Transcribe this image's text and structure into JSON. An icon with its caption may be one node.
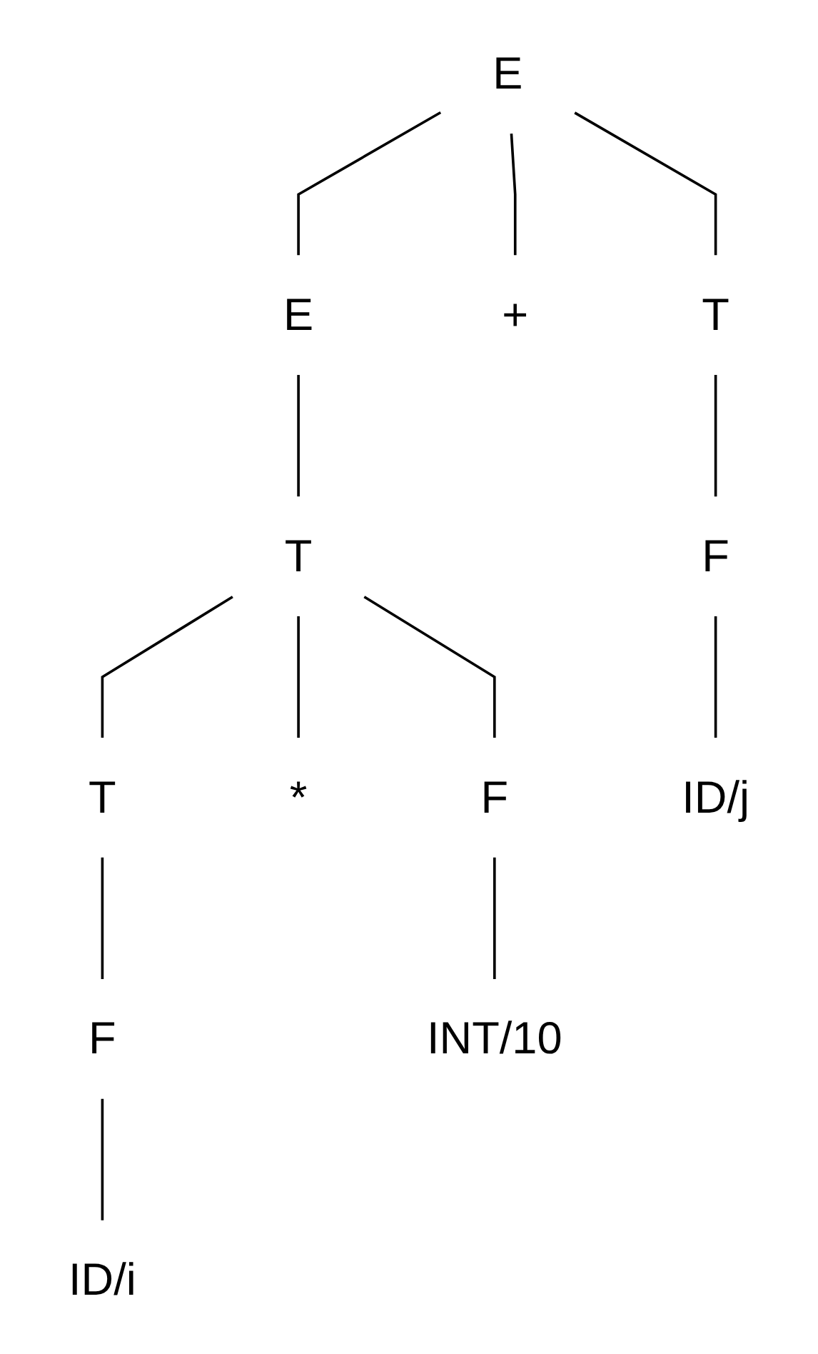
{
  "diagram": {
    "nodes": [
      {
        "text": [
          "E"
        ]
      },
      {
        "text": [
          "E"
        ]
      },
      {
        "text": [
          "+"
        ]
      },
      {
        "text": [
          "T"
        ]
      },
      {
        "text": [
          "T"
        ]
      },
      {
        "text": [
          "F"
        ]
      },
      {
        "text": [
          "T"
        ]
      },
      {
        "text": [
          "*"
        ]
      },
      {
        "text": [
          "F"
        ]
      },
      {
        "text": [
          "ID/j"
        ]
      },
      {
        "text": [
          "F"
        ]
      },
      {
        "text": [
          "INT/10"
        ]
      },
      {
        "text": [
          "ID/i"
        ]
      }
    ],
    "edges": [
      {
        "from": 0,
        "to": 1,
        "arrow": "none"
      },
      {
        "from": 0,
        "to": 2,
        "arrow": "none"
      },
      {
        "from": 0,
        "to": 3,
        "arrow": "none"
      },
      {
        "from": 1,
        "to": 4,
        "arrow": "none"
      },
      {
        "from": 3,
        "to": 5,
        "arrow": "none"
      },
      {
        "from": 4,
        "to": 6,
        "arrow": "none"
      },
      {
        "from": 4,
        "to": 7,
        "arrow": "none"
      },
      {
        "from": 4,
        "to": 8,
        "arrow": "none"
      },
      {
        "from": 5,
        "to": 9,
        "arrow": "none"
      },
      {
        "from": 6,
        "to": 10,
        "arrow": "none"
      },
      {
        "from": 8,
        "to": 11,
        "arrow": "none"
      },
      {
        "from": 10,
        "to": 12,
        "arrow": "none"
      }
    ]
  }
}
